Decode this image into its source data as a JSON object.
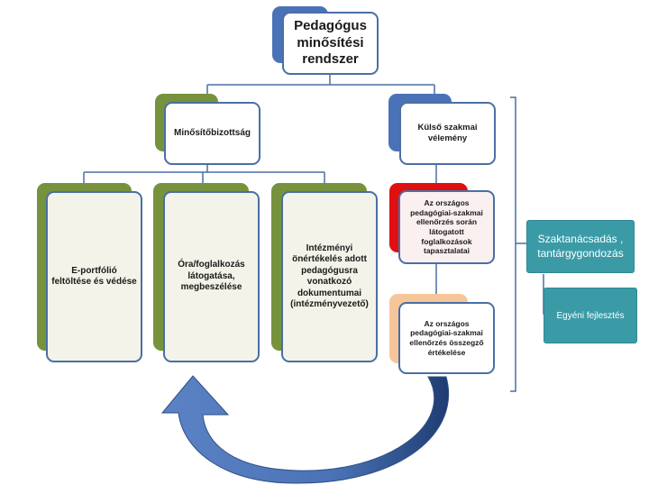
{
  "title": "Pedagógus minősítési rendszer",
  "left_branch": {
    "label": "Minősítőbizottság",
    "items": [
      "E-portfólió feltöltése és védése",
      "Óra/foglalkozás látogatása, megbeszélése",
      "Intézményi önértékelés adott pedagógusra vonatkozó dokumentumai (intézményvezető)"
    ]
  },
  "right_branch": {
    "label": "Külső szakmai vélemény",
    "items": [
      "Az országos pedagógiai-szakmai ellenőrzés során látogatott foglalkozások tapasztalatai",
      "Az országos pedagógiai-szakmai ellenőrzés összegző értékelése"
    ]
  },
  "side": {
    "consulting": "Szaktanácsadás , tantárgygondozás",
    "development": "Egyéni fejlesztés"
  },
  "colors": {
    "accent_blue": "#4a73b7",
    "olive": "#77923c",
    "red": "#e01010",
    "peach": "#f6c69a",
    "teal": "#3a9ba7",
    "cream": "#f3f3e9"
  }
}
